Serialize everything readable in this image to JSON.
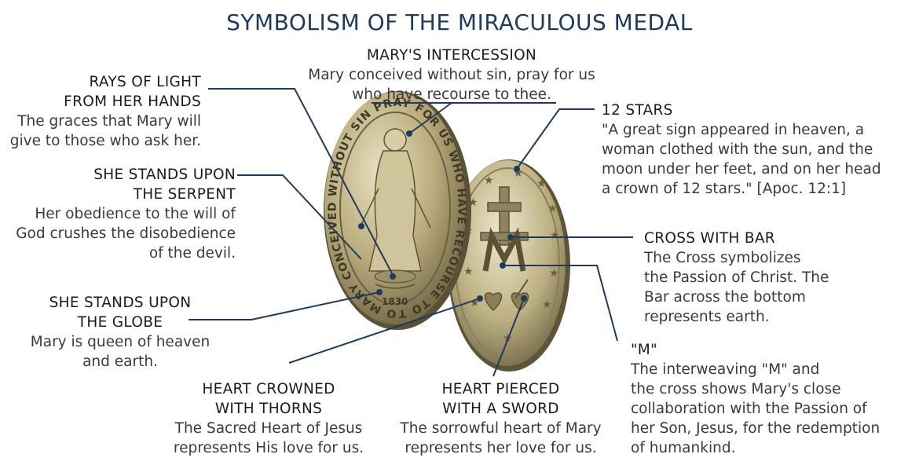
{
  "title": "SYMBOLISM OF THE MIRACULOUS MEDAL",
  "annotations": {
    "intercession": {
      "heading": "MARY'S INTERCESSION",
      "lines": [
        "Mary conceived without sin, pray for us",
        "who have recourse to thee."
      ]
    },
    "rays": {
      "heading": [
        "RAYS OF LIGHT",
        "FROM HER HANDS"
      ],
      "lines": [
        "The graces that Mary will",
        "give to those who ask her."
      ]
    },
    "serpent": {
      "heading": [
        "SHE STANDS UPON",
        "THE SERPENT"
      ],
      "lines": [
        "Her obedience to the will of",
        "God crushes the disobedience",
        "of the devil."
      ]
    },
    "globe": {
      "heading": [
        "SHE STANDS UPON",
        "THE GLOBE"
      ],
      "lines": [
        "Mary is queen of heaven",
        "and earth."
      ]
    },
    "thorns": {
      "heading": [
        "HEART CROWNED",
        "WITH THORNS"
      ],
      "lines": [
        "The Sacred Heart of Jesus",
        "represents His love for us."
      ]
    },
    "sword": {
      "heading": [
        "HEART PIERCED",
        "WITH A SWORD"
      ],
      "lines": [
        "The sorrowful heart of Mary",
        "represents her love for us."
      ]
    },
    "stars": {
      "heading": "12 STARS",
      "lines": [
        "\"A great sign appeared in heaven, a",
        "woman clothed with the sun, and the",
        "moon under her feet, and on her head",
        "a crown of 12 stars.\" [Apoc. 12:1]"
      ]
    },
    "cross": {
      "heading": "CROSS WITH BAR",
      "lines": [
        "The Cross symbolizes",
        "the Passion of Christ. The",
        "Bar across the bottom",
        "represents earth."
      ]
    },
    "m": {
      "heading": "\"M\"",
      "lines": [
        "The interweaving \"M\" and",
        "the cross shows Mary's close",
        "collaboration with the Passion of",
        "her Son, Jesus, for the redemption",
        "of humankind."
      ]
    }
  },
  "medal_front": {
    "inscription": "O MARY CONCEIVED WITHOUT SIN PRAY FOR US WHO HAVE RECOURSE TO THEE",
    "year": "1830"
  },
  "colors": {
    "title": "#1f3a5f",
    "leader": "#1f3a5f",
    "medal": "#a89a6c"
  }
}
